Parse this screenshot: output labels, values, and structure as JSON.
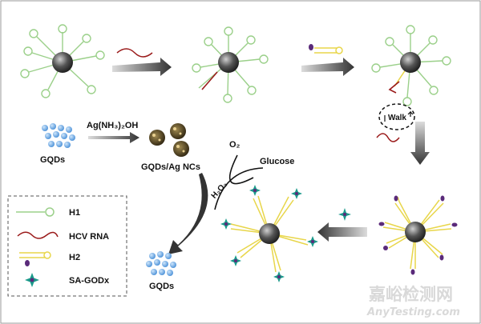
{
  "labels": {
    "gqds_left": "GQDs",
    "reagent": "Ag(NH₃)₂OH",
    "gqds_ag": "GQDs/Ag  NCs",
    "o2": "O₂",
    "h2o2": "H₂O₂",
    "glucose": "Glucose",
    "walk": "Walk",
    "gqds_bottom": "GQDs"
  },
  "legend": [
    {
      "icon": "hairpin-h1-icon",
      "label": "H1"
    },
    {
      "icon": "hcv-rna-strand-icon",
      "label": "HCV RNA"
    },
    {
      "icon": "hairpin-h2-icon",
      "label": "H2"
    },
    {
      "icon": "sa-godx-star-icon",
      "label": "SA-GODx"
    }
  ],
  "watermark": {
    "chinese": "嘉峪检测网",
    "latin": "AnyTesting.com"
  },
  "colors": {
    "h1": "#9bd08a",
    "hcv_rna": "#9a1a1a",
    "h2": "#e8d64a",
    "h2_tag": "#5a2a7a",
    "godx": "#1a9a8a",
    "gqd": "#5aa0e0",
    "nanoparticle": "#3a3a3a",
    "ag_nc": "#5a4a2a"
  }
}
